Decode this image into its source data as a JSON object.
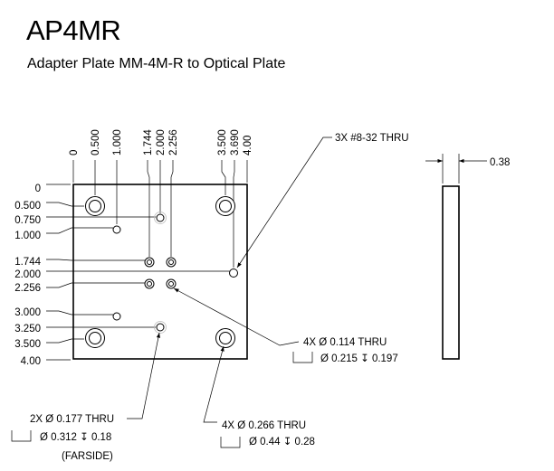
{
  "header": {
    "title": "AP4MR",
    "subtitle": "Adapter Plate MM-4M-R to Optical Plate"
  },
  "top_dimensions": [
    "0",
    "0.500",
    "1.000",
    "1.744",
    "2.000",
    "2.256",
    "3.500",
    "3.690",
    "4.00"
  ],
  "left_dimensions": [
    "0",
    "0.500",
    "0.750",
    "1.000",
    "1.744",
    "2.000",
    "2.256",
    "3.000",
    "3.250",
    "3.500",
    "4.00"
  ],
  "side_view": {
    "thickness": "0.38"
  },
  "callouts": {
    "tapped": "3X #8-32 THRU",
    "small_thru": "4X  Ø  0.114  THRU",
    "small_cbore": "Ø  0.215  ↧  0.197",
    "medium_thru": "2X  Ø  0.177  THRU",
    "medium_cbore": "Ø  0.312  ↧  0.18",
    "medium_note": "(FARSIDE)",
    "large_thru": "4X  Ø  0.266  THRU",
    "large_cbore": "Ø  0.44  ↧  0.28"
  }
}
